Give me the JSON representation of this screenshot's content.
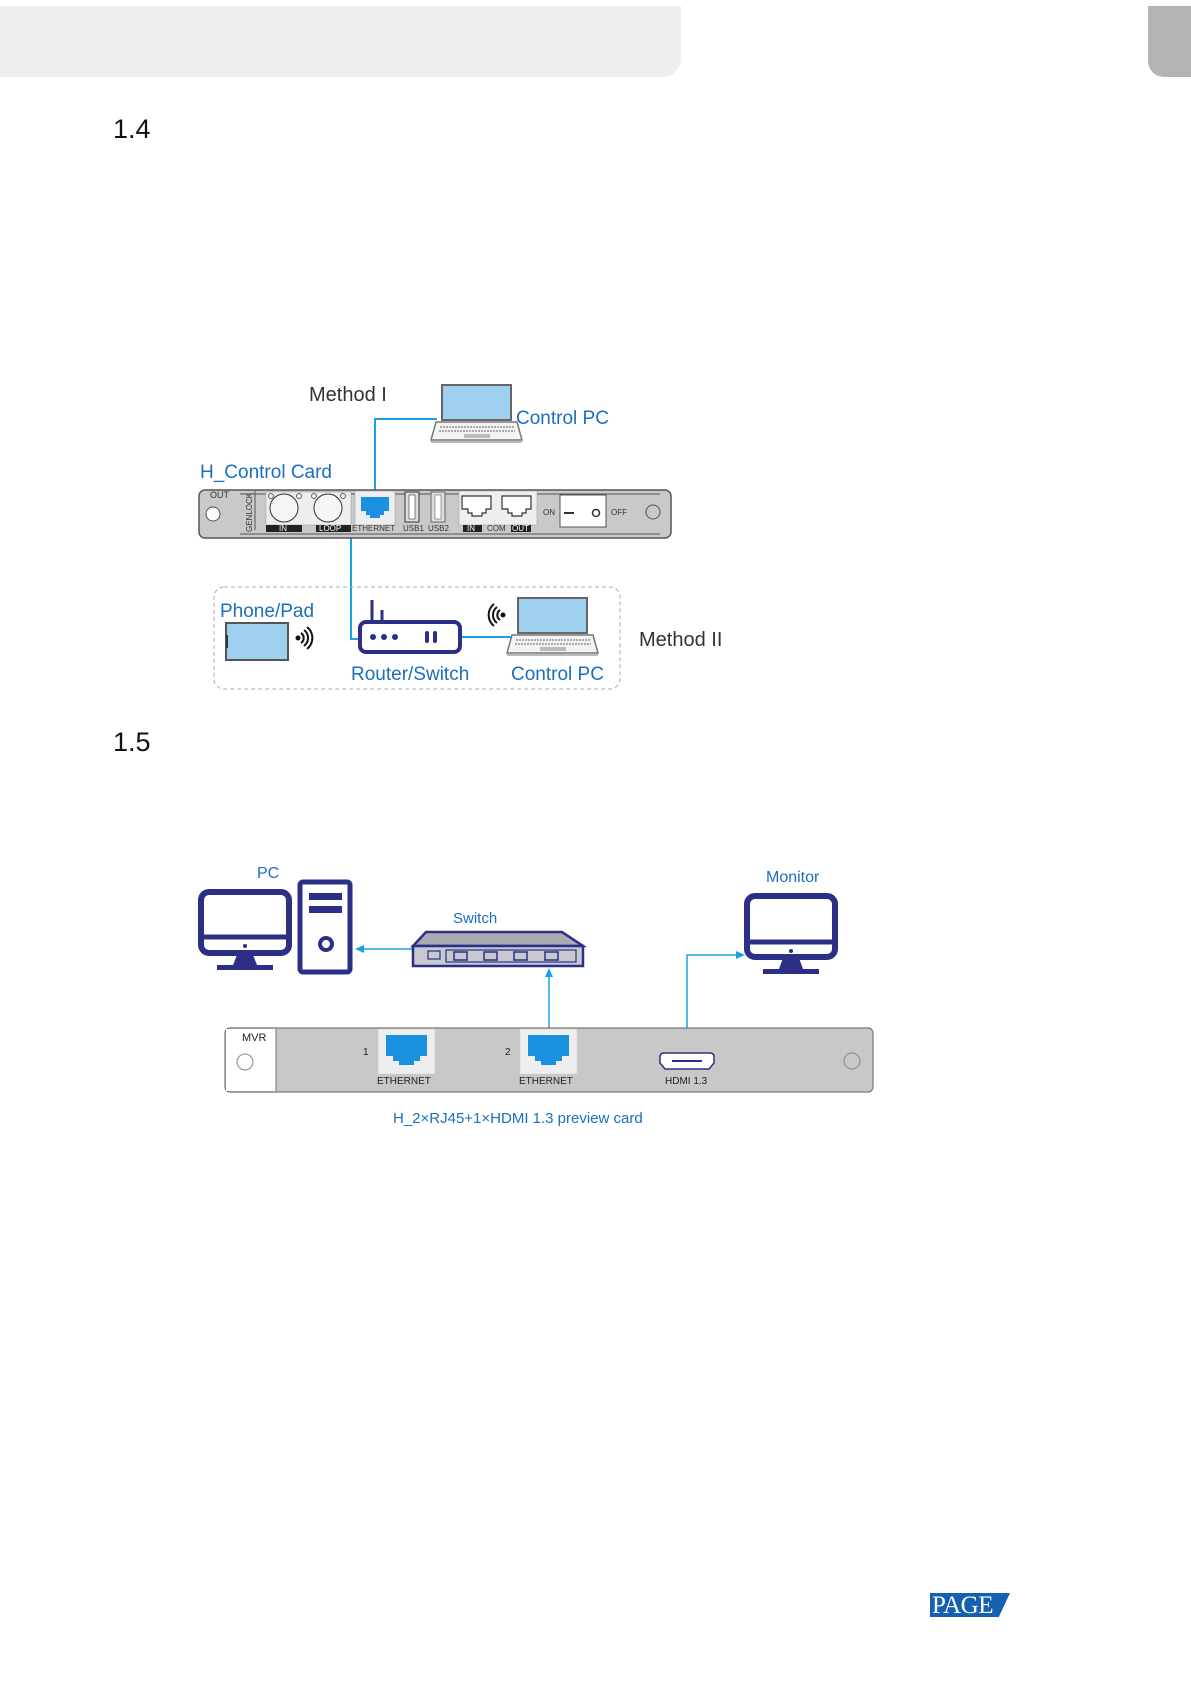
{
  "header": {
    "accent_gray": "#efefef",
    "tab_gray": "#b3b3b3"
  },
  "sections": [
    {
      "number": "1.4",
      "diagram": {
        "method1_label": "Method I",
        "method2_label": "Method II",
        "control_pc_label": "Control PC",
        "control_card_label": "H_Control Card",
        "phone_pad_label": "Phone/Pad",
        "router_switch_label": "Router/Switch",
        "control_pc2_label": "Control PC",
        "card_ports": {
          "out": "OUT",
          "genlock": "GENLOCK",
          "in": "IN",
          "loop": "LOOP",
          "ethernet": "ETHERNET",
          "usb1": "USB1",
          "usb2": "USB2",
          "com_in": "IN",
          "com": "COM",
          "com_out": "OUT",
          "on": "ON",
          "off": "OFF"
        }
      }
    },
    {
      "number": "1.5",
      "diagram": {
        "pc_label": "PC",
        "switch_label": "Switch",
        "monitor_label": "Monitor",
        "card_name": "MVR",
        "port1_num": "1",
        "port2_num": "2",
        "port1_label": "ETHERNET",
        "port2_label": "ETHERNET",
        "hdmi_label": "HDMI 1.3",
        "caption": "H_2×RJ45+1×HDMI 1.3 preview card"
      }
    }
  ],
  "footer": {
    "logo_text": "PAGE",
    "logo_color": "#1560b0"
  },
  "colors": {
    "cable_blue": "#1ba1e2",
    "icon_navy": "#2b2f86",
    "port_blue": "#1a90e0",
    "screen_blue": "#9fd0ef",
    "label_blue": "#1a6fbf"
  }
}
